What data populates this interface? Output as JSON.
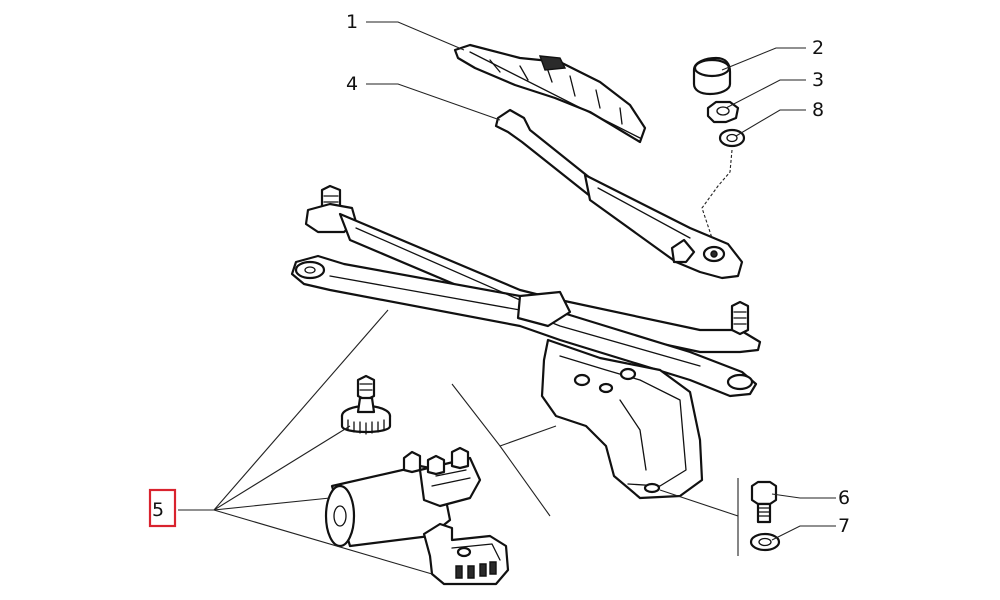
{
  "diagram": {
    "callouts": [
      {
        "id": "1",
        "label": "1"
      },
      {
        "id": "2",
        "label": "2"
      },
      {
        "id": "3",
        "label": "3"
      },
      {
        "id": "4",
        "label": "4"
      },
      {
        "id": "5",
        "label": "5"
      },
      {
        "id": "6",
        "label": "6"
      },
      {
        "id": "7",
        "label": "7"
      },
      {
        "id": "8",
        "label": "8"
      }
    ],
    "selected_callout": "5",
    "colors": {
      "line": "#111111",
      "highlight": "#d9232e",
      "background": "#ffffff"
    }
  }
}
